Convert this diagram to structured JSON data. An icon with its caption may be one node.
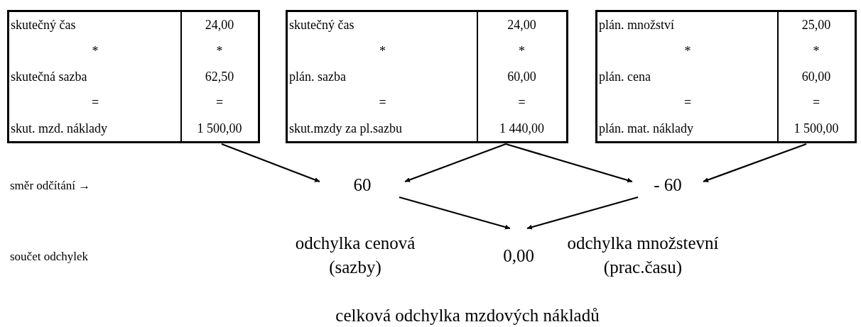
{
  "diagram": {
    "nodes": [
      {
        "text": [
          "skutečný čas",
          "24,00",
          "*",
          "*",
          "skutečná sazba",
          "62,50",
          "=",
          "=",
          "skut. mzd. náklady",
          "1 500,00"
        ]
      },
      {
        "text": [
          "skutečný čas",
          "24,00",
          "*",
          "*",
          "plán. sazba",
          "60,00",
          "=",
          "=",
          "skut.mzdy za pl.sazbu",
          "1 440,00"
        ]
      },
      {
        "text": [
          "plán. množství",
          "25,00",
          "*",
          "*",
          "plán. cena",
          "60,00",
          "=",
          "=",
          "plán. mat. náklady",
          "1 500,00"
        ]
      },
      {
        "text": [
          "60"
        ],
        "beside": [
          "odchylka cenová (sazby)"
        ]
      },
      {
        "text": [
          "- 60"
        ],
        "beside": [
          "odchylka množstevní (prac.času)"
        ]
      },
      {
        "text": [
          "0,00"
        ],
        "beside": [
          "celková odchylka mzdových nákladů"
        ]
      }
    ],
    "edges": [
      {
        "from": 0,
        "to": 3,
        "arrow": "to"
      },
      {
        "from": 1,
        "to": 3,
        "arrow": "to"
      },
      {
        "from": 1,
        "to": 4,
        "arrow": "to"
      },
      {
        "from": 2,
        "to": 4,
        "arrow": "to"
      },
      {
        "from": 3,
        "to": 5,
        "arrow": "to"
      },
      {
        "from": 4,
        "to": 5,
        "arrow": "to"
      }
    ],
    "labels": [
      "směr odčítání →",
      "součet odchylek"
    ]
  }
}
